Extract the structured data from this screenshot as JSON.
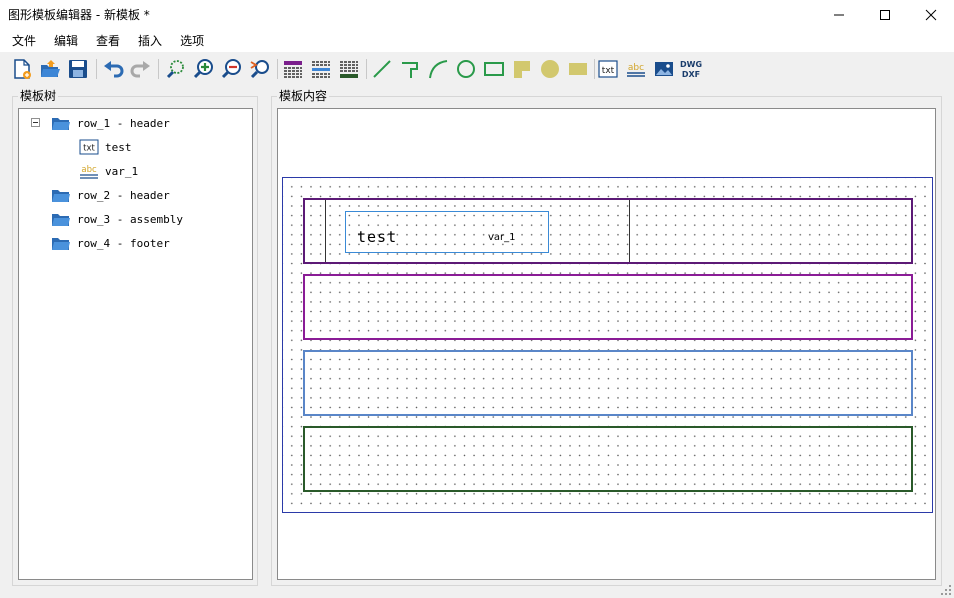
{
  "window": {
    "title": "图形模板编辑器 - 新模板 *"
  },
  "menu": {
    "items": [
      "文件",
      "编辑",
      "查看",
      "插入",
      "选项"
    ]
  },
  "toolbar": {
    "dwg_label_top": "DWG",
    "dwg_label_bottom": "DXF",
    "txt_label": "txt",
    "abc_label": "abc"
  },
  "tree_panel": {
    "title": "模板树",
    "nodes": [
      {
        "label": "row_1 - header",
        "icon": "folder-open-icon"
      },
      {
        "label": "test",
        "icon": "text-icon"
      },
      {
        "label": "var_1",
        "icon": "variable-icon"
      },
      {
        "label": "row_2 - header",
        "icon": "folder-open-icon"
      },
      {
        "label": "row_3 - assembly",
        "icon": "folder-open-icon"
      },
      {
        "label": "row_4 - footer",
        "icon": "folder-open-icon"
      }
    ],
    "icon_txt": "txt",
    "icon_abc": "abc"
  },
  "canvas_panel": {
    "title": "模板内容",
    "text_element": "test",
    "variable_element": "var_1"
  },
  "colors": {
    "row_1": "#5c1a76",
    "row_2": "#8a1c96",
    "row_3": "#5a86c8",
    "row_4": "#2a5a2a",
    "sheet_border": "#2b3aa8",
    "selection": "#3a8ad6"
  }
}
